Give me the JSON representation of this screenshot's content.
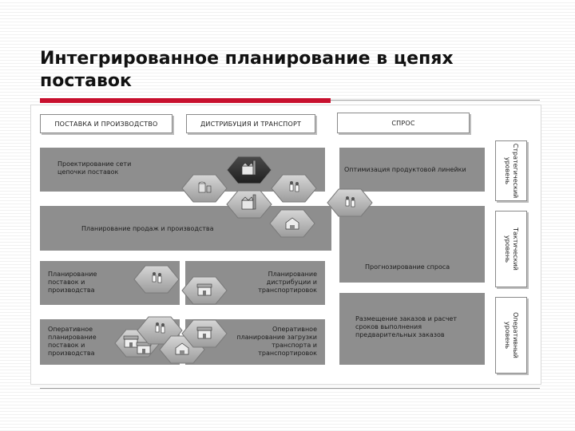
{
  "slide": {
    "title": "Интегрированное планирование в цепях поставок",
    "accent_color": "#c8102e"
  },
  "headers": {
    "supply": "ПОСТАВКА И ПРОИЗВОДСТВО",
    "distribution": "ДИСТРИБУЦИЯ И ТРАНСПОРТ",
    "demand": "СПРОС"
  },
  "levels": {
    "strategic": "Стратегический\nуровень",
    "tactical": "Тактический\nуровень",
    "operational": "Оперативный\nуровень"
  },
  "blocks": {
    "supply_chain_design": "Проектирование сети\nцепочки поставок",
    "product_line_optimization": "Оптимизация продуктовой линейки",
    "supply_and_production_planning_wide": "Планирование продаж и производства",
    "demand_forecasting": "Прогнозирование спроса",
    "supply_production_planning": "Планирование\nпоставок и\nпроизводства",
    "distribution_transport_planning": "Планирование\nдистрибуции и\nтранспортировок",
    "order_placement": "Размещение заказов и расчет\nсроков выполнения\nпредварительных заказов",
    "operational_supply_planning": "Оперативное\nпланирование\nпоставок и\nпроизводства",
    "operational_transport_planning": "Оперативное\nпланирование загрузки\nтранспорта и\nтранспортировок"
  },
  "icons": [
    "factory-icon",
    "warehouse-icon",
    "truck-icon",
    "person-icon",
    "store-icon"
  ]
}
